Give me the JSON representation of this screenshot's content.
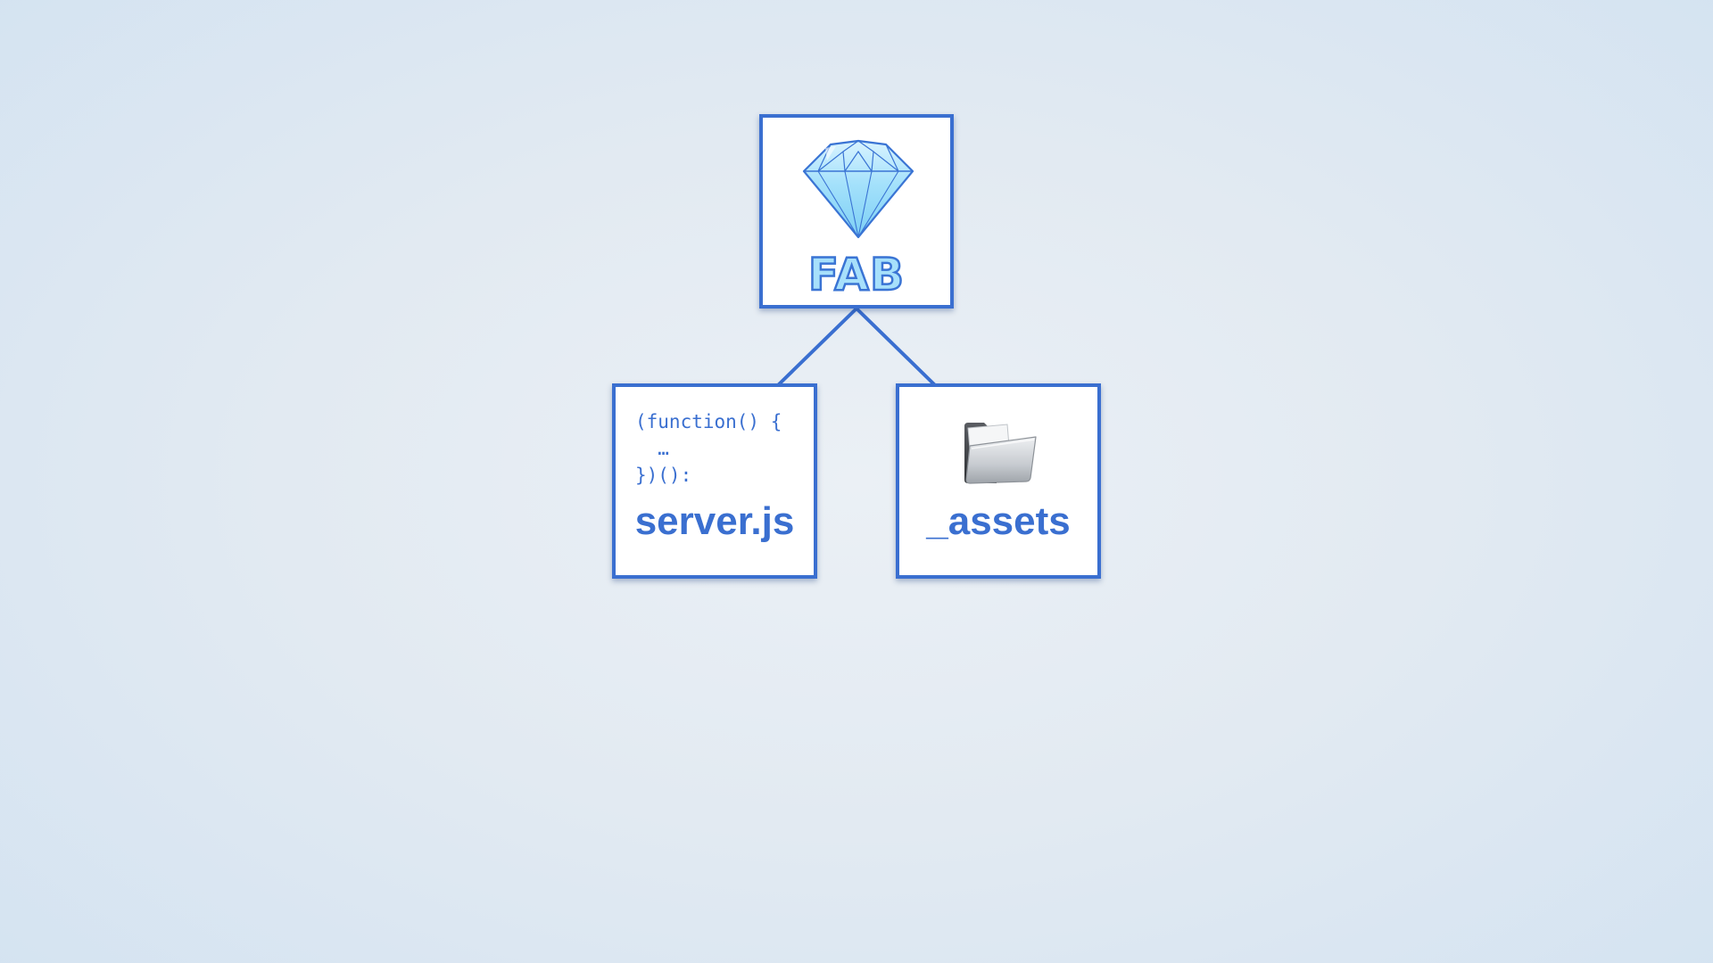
{
  "diagram": {
    "root": {
      "label": "FAB",
      "icon": "diamond-icon"
    },
    "children": [
      {
        "code": "(function() {\n  …\n})():",
        "label": "server.js"
      },
      {
        "icon": "folder-icon",
        "label": "_assets"
      }
    ]
  },
  "colors": {
    "accent": "#3a6fd0",
    "gem_fill": "#a7e0fb",
    "background": "#e2eaf2",
    "node_fill": "#ffffff"
  }
}
